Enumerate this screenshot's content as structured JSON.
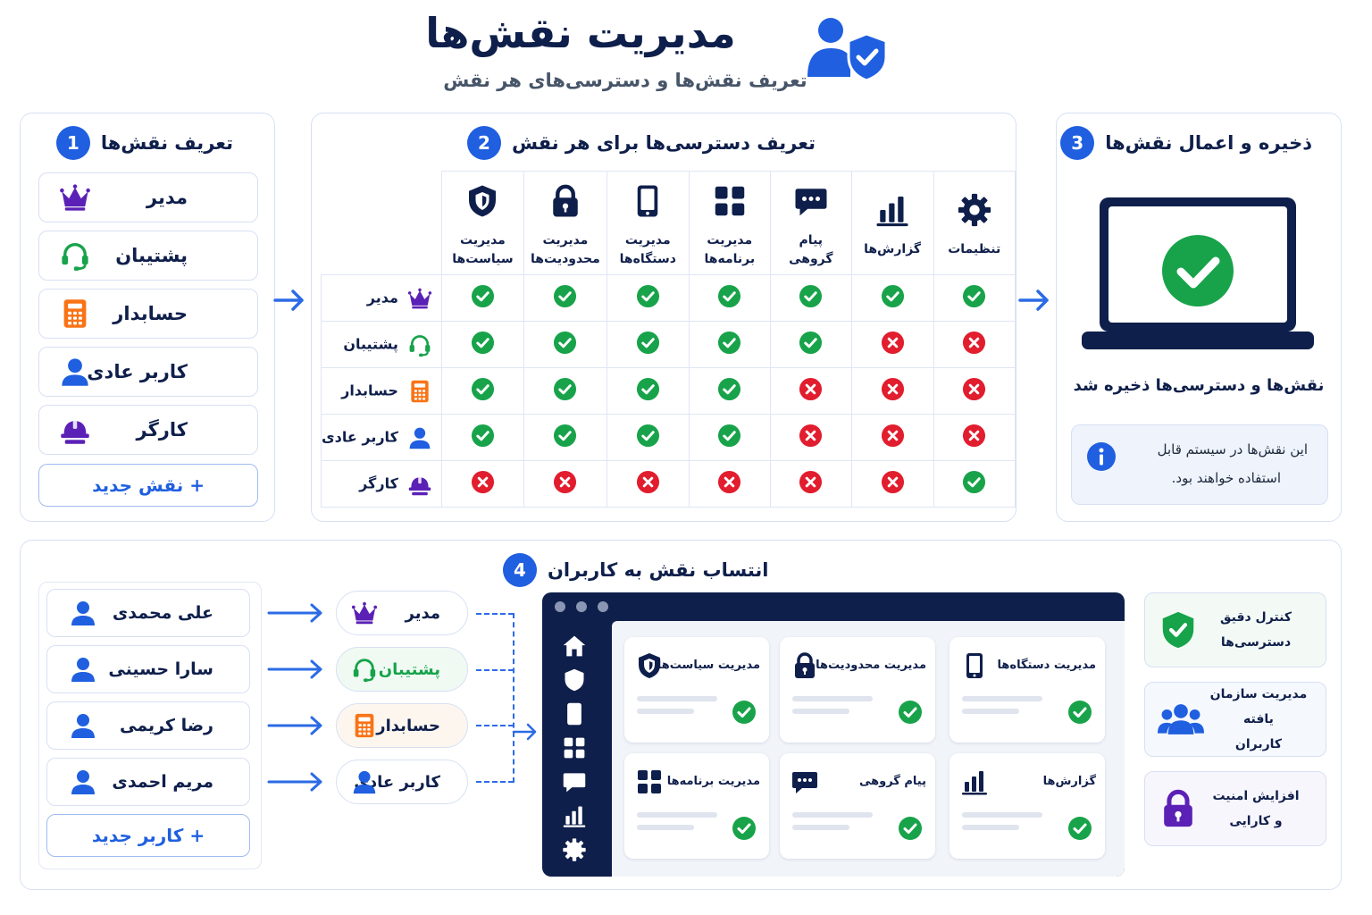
{
  "header": {
    "title": "مدیریت نقش‌ها",
    "subtitle": "تعریف نقش‌ها و دسترسی‌های هر نقش"
  },
  "colors": {
    "accent": "#1f5fe0",
    "navy": "#0f1f4b",
    "allow": "#18a34a",
    "deny": "#e11d2e",
    "purple": "#5b21b6",
    "orange": "#f97316",
    "green_icon": "#16a34a"
  },
  "step1": {
    "number": "1",
    "title": "تعریف نقش‌ها",
    "roles": [
      {
        "name": "مدیر",
        "icon": "crown-icon"
      },
      {
        "name": "پشتیبان",
        "icon": "headset-icon"
      },
      {
        "name": "حسابدار",
        "icon": "calculator-icon"
      },
      {
        "name": "کاربر عادی",
        "icon": "user-icon"
      },
      {
        "name": "کارگر",
        "icon": "hardhat-icon"
      }
    ],
    "add_label": "+ نقش جدید"
  },
  "step2": {
    "number": "2",
    "title": "تعریف دسترسی‌ها برای هر نقش",
    "columns": [
      {
        "label": "تنظیمات",
        "icon": "gear-icon"
      },
      {
        "label": "گزارش‌ها",
        "icon": "chart-icon"
      },
      {
        "label": "پیام\nگروهی",
        "icon": "chat-icon"
      },
      {
        "label": "مدیریت\nبرنامه‌ها",
        "icon": "grid-icon"
      },
      {
        "label": "مدیریت\nدستگاه‌ها",
        "icon": "phone-icon"
      },
      {
        "label": "مدیریت\nمحدودیت‌ها",
        "icon": "lock-icon"
      },
      {
        "label": "مدیریت\nسیاست‌ها",
        "icon": "shield-icon"
      }
    ],
    "rows": [
      {
        "role": "مدیر",
        "icon": "crown-icon",
        "perms": [
          true,
          true,
          true,
          true,
          true,
          true,
          true
        ]
      },
      {
        "role": "پشتیبان",
        "icon": "headset-icon",
        "perms": [
          false,
          false,
          true,
          true,
          true,
          true,
          true
        ]
      },
      {
        "role": "حسابدار",
        "icon": "calculator-icon",
        "perms": [
          false,
          false,
          false,
          true,
          true,
          true,
          true
        ]
      },
      {
        "role": "کاربر عادی",
        "icon": "user-icon",
        "perms": [
          false,
          false,
          false,
          true,
          true,
          true,
          true
        ]
      },
      {
        "role": "کارگر",
        "icon": "hardhat-icon",
        "perms": [
          true,
          false,
          false,
          false,
          false,
          false,
          false
        ]
      }
    ]
  },
  "step3": {
    "number": "3",
    "title": "ذخیره و اعمال نقش‌ها",
    "saved_text": "نقش‌ها و دسترسی‌ها ذخیره شد",
    "info_line1": "این نقش‌ها در سیستم قابل",
    "info_line2": "استفاده خواهند بود."
  },
  "step4": {
    "number": "4",
    "title": "انتساب نقش به کاربران",
    "users": [
      "علی محمدی",
      "سارا حسینی",
      "رضا کریمی",
      "مریم احمدی"
    ],
    "add_user_label": "+ کاربر جدید",
    "assigned_roles": [
      {
        "name": "مدیر",
        "icon": "crown-icon"
      },
      {
        "name": "پشتیبان",
        "icon": "headset-icon"
      },
      {
        "name": "حسابدار",
        "icon": "calculator-icon"
      },
      {
        "name": "کاربر عادی",
        "icon": "user-icon"
      }
    ],
    "dashboard_cards": [
      {
        "label": "مدیریت دستگاه‌ها",
        "icon": "phone-icon"
      },
      {
        "label": "مدیریت محدودیت‌ها",
        "icon": "lock-icon"
      },
      {
        "label": "مدیریت سیاست‌ها",
        "icon": "shield-icon"
      },
      {
        "label": "گزارش‌ها",
        "icon": "chart-icon"
      },
      {
        "label": "پیام گروهی",
        "icon": "chat-icon"
      },
      {
        "label": "مدیریت برنامه‌ها",
        "icon": "grid-icon"
      }
    ],
    "features": [
      {
        "text": "کنترل دقیق\nدسترسی‌ها",
        "icon": "shield-check-icon"
      },
      {
        "text": "مدیریت سازمان یافته\nکاربران",
        "icon": "users-icon"
      },
      {
        "text": "افزایش امنیت\nو کارایی",
        "icon": "lock-icon"
      }
    ]
  }
}
